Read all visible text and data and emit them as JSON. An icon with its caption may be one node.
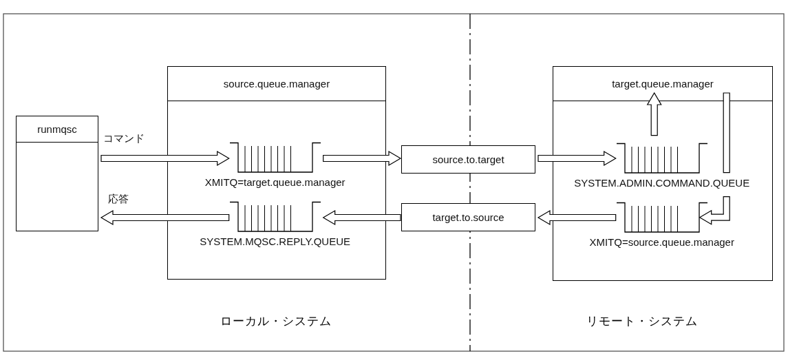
{
  "diagram": {
    "nodes": [
      {
        "text": [
          "runmqsc"
        ]
      },
      {
        "text": [
          "source.queue.manager"
        ]
      },
      {
        "text": [
          "XMITQ=target.queue.manager"
        ],
        "in": 1
      },
      {
        "text": [
          "SYSTEM.MQSC.REPLY.QUEUE"
        ],
        "in": 1
      },
      {
        "text": [
          "source.to.target"
        ]
      },
      {
        "text": [
          "target.to.source"
        ]
      },
      {
        "text": [
          "target.queue.manager"
        ]
      },
      {
        "text": [
          "SYSTEM.ADMIN.COMMAND.QUEUE"
        ],
        "in": 6
      },
      {
        "text": [
          "XMITQ=source.queue.manager"
        ],
        "in": 6
      }
    ],
    "edges": [
      {
        "from": 0,
        "to": 2,
        "arrow": "to",
        "label": "コマンド"
      },
      {
        "from": 2,
        "to": 4,
        "arrow": "to"
      },
      {
        "from": 4,
        "to": 7,
        "arrow": "to"
      },
      {
        "from": 3,
        "to": 0,
        "arrow": "to",
        "label": "応答"
      },
      {
        "from": 5,
        "to": 3,
        "arrow": "to"
      },
      {
        "from": 8,
        "to": 5,
        "arrow": "to"
      },
      {
        "from": 7,
        "to": 6,
        "arrow": "to"
      },
      {
        "from": 6,
        "to": 8,
        "arrow": "to"
      }
    ],
    "labels": [
      "ローカル・システム",
      "リモート・システム"
    ]
  }
}
